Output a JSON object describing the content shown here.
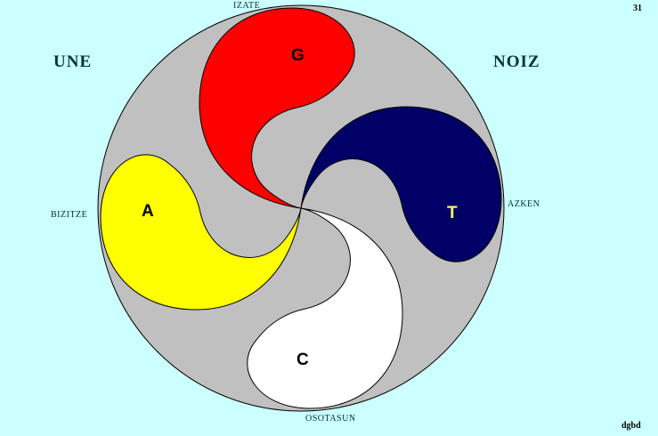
{
  "page_number": "31",
  "signature": "dgbd",
  "corners": {
    "top_left": "UNE",
    "top_right": "NOIZ"
  },
  "rim_labels": {
    "top": "IZATE",
    "left": "BIZITZE",
    "right": "AZKEN",
    "bottom": "OSOTASUN"
  },
  "colors": {
    "background": "#ccffff",
    "disc": "#c0c0c0",
    "stroke": "#000000",
    "text": "#003333"
  },
  "segments": [
    {
      "letter": "G",
      "color": "#ff0000",
      "letter_color": "#000000"
    },
    {
      "letter": "T",
      "color": "#000066",
      "letter_color": "#ffff66"
    },
    {
      "letter": "C",
      "color": "#ffffff",
      "letter_color": "#000000"
    },
    {
      "letter": "A",
      "color": "#ffff00",
      "letter_color": "#000000"
    }
  ]
}
